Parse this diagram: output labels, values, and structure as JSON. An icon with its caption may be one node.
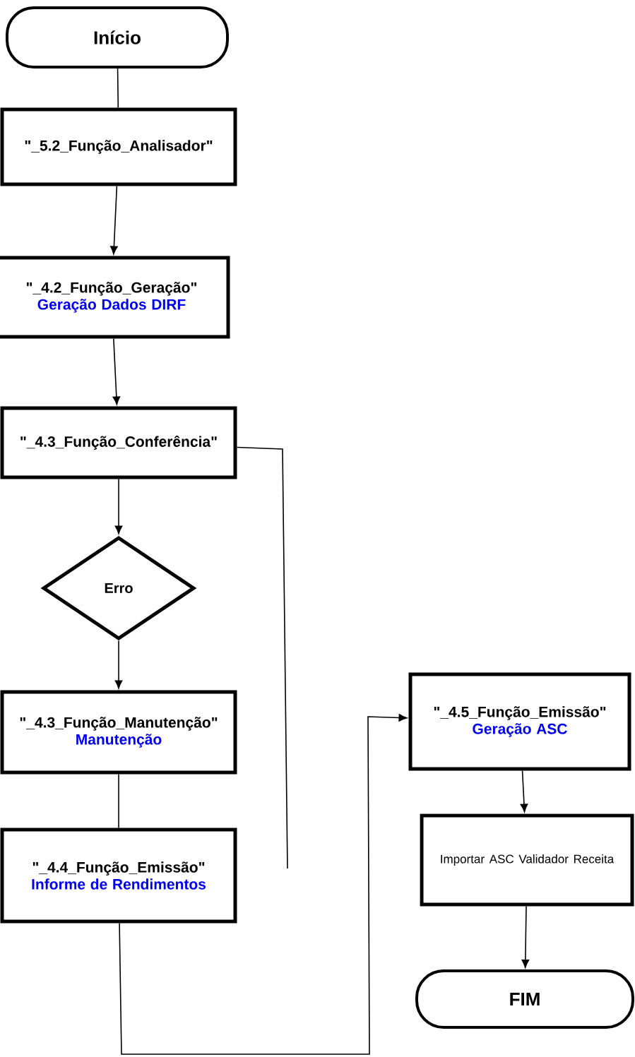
{
  "diagram": {
    "nodes": [
      {
        "text": [
          "Início"
        ]
      },
      {
        "text": [
          "\"_5.2_Função_Analisador\""
        ]
      },
      {
        "text": [
          "\"_4.2_Função_Geração\"",
          "Geração Dados DIRF"
        ]
      },
      {
        "text": [
          "\"_4.3_Função_Conferência\""
        ]
      },
      {
        "text": [
          "Erro"
        ]
      },
      {
        "text": [
          "\"_4.3_Função_Manutenção\"",
          "Manutenção"
        ]
      },
      {
        "text": [
          "\"_4.4_Função_Emissão\"",
          "Informe de Rendimentos"
        ]
      },
      {
        "text": [
          "\"_4.5_Função_Emissão\"",
          "Geração ASC"
        ]
      },
      {
        "text": [
          "Importar ASC Validador Receita"
        ]
      },
      {
        "text": [
          "FIM"
        ]
      }
    ],
    "edges": [
      {
        "from": 0,
        "to": 1,
        "arrow": "none"
      },
      {
        "from": 1,
        "to": 2,
        "arrow": "to"
      },
      {
        "from": 2,
        "to": 3,
        "arrow": "to"
      },
      {
        "from": 3,
        "to": 4,
        "arrow": "to"
      },
      {
        "from": 4,
        "to": 5,
        "arrow": "to"
      },
      {
        "from": 5,
        "to": 6,
        "arrow": "none"
      },
      {
        "from": 3,
        "to": null,
        "arrow": "none"
      },
      {
        "from": 6,
        "to": 7,
        "arrow": "to"
      },
      {
        "from": 7,
        "to": 8,
        "arrow": "to"
      },
      {
        "from": 8,
        "to": 9,
        "arrow": "to"
      }
    ]
  }
}
